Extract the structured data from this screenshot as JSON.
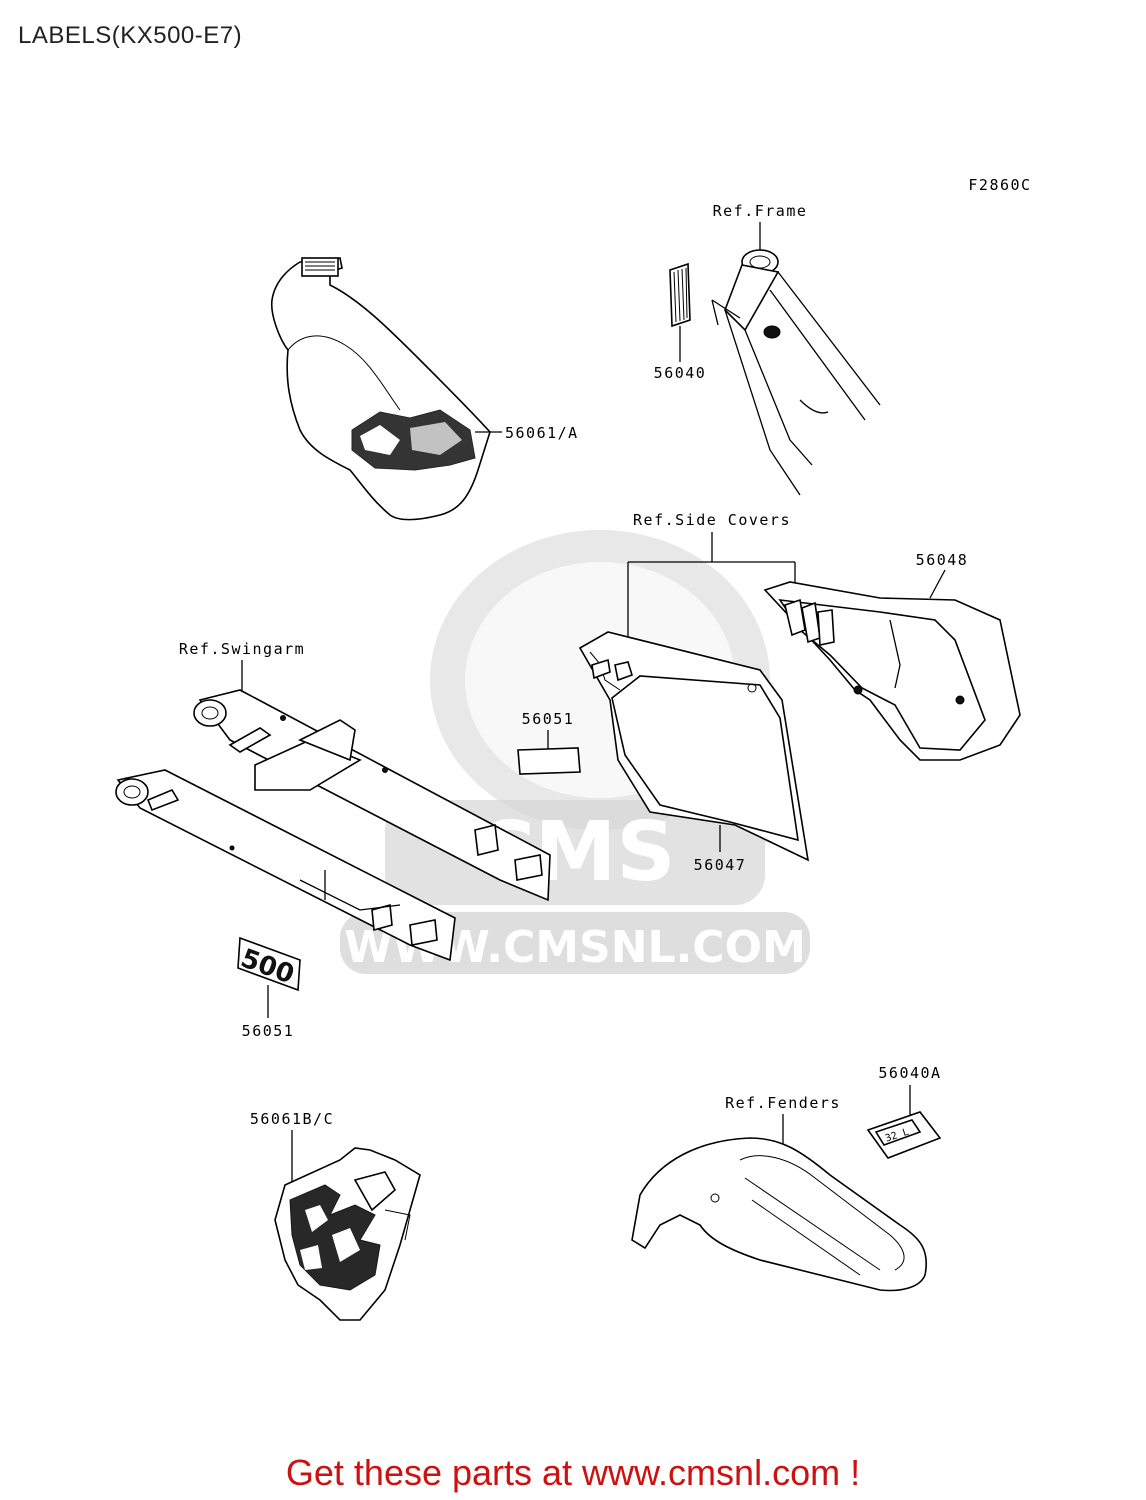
{
  "title": "LABELS(KX500-E7)",
  "figure_code": "F2860C",
  "footer": "Get these parts at www.cmsnl.com !",
  "watermark": {
    "brand": "CMS",
    "url": "WWW.CMSNL.COM",
    "color": "#d6d6d6"
  },
  "callouts": {
    "ref_frame": "Ref.Frame",
    "part_56040": "56040",
    "part_56061a": "56061/A",
    "ref_side_covers": "Ref.Side Covers",
    "part_56048": "56048",
    "ref_swingarm": "Ref.Swingarm",
    "part_56051_mid": "56051",
    "part_56047": "56047",
    "part_56051_low": "56051",
    "part_56040a": "56040A",
    "ref_fenders": "Ref.Fenders",
    "part_56061bc": "56061B/C"
  },
  "decal_text": {
    "badge_500": "500",
    "fender_label": "32 L"
  },
  "colors": {
    "footer": "#cc1111",
    "line": "#000000"
  }
}
